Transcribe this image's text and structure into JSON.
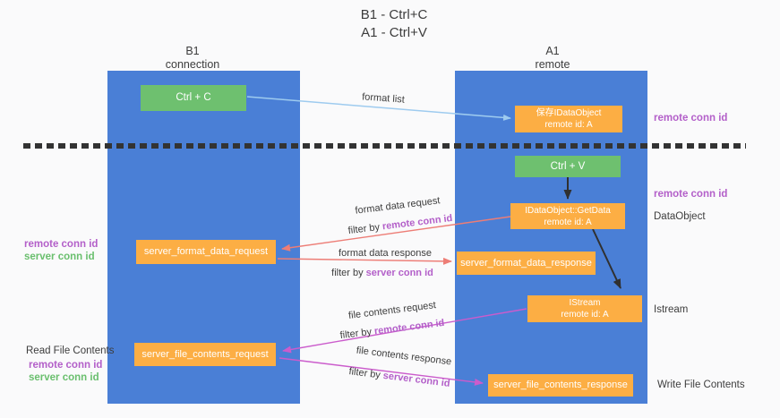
{
  "title": {
    "line1": "B1 - Ctrl+C",
    "line2": "A1 - Ctrl+V"
  },
  "columns": {
    "left": {
      "name": "B1",
      "subtitle": "connection"
    },
    "right": {
      "name": "A1",
      "subtitle": "remote"
    }
  },
  "boxes": {
    "ctrl_c": "Ctrl + C",
    "ctrl_v": "Ctrl + V",
    "save_idataobject": {
      "line1": "保存IDataObject",
      "line2": "remote id: A"
    },
    "getdata": {
      "line1": "IDataObject::GetData",
      "line2": "remote id: A"
    },
    "istream": {
      "line1": "IStream",
      "line2": "remote id: A"
    },
    "format_request": "server_format_data_request",
    "format_response": "server_format_data_response",
    "file_request": "server_file_contents_request",
    "file_response": "server_file_contents_response"
  },
  "left_labels": {
    "remote_conn_id": "remote conn id",
    "server_conn_id": "server conn id",
    "read_file_contents": "Read File Contents",
    "remote_conn_id_2": "remote conn id",
    "server_conn_id_2": "server conn id"
  },
  "right_labels": {
    "remote_conn_id_top": "remote conn id",
    "remote_conn_id_mid": "remote conn id",
    "dataobject": "DataObject",
    "istream": "Istream",
    "write_file_contents": "Write File Contents"
  },
  "arrow_labels": {
    "format_list": "format list",
    "format_data_request": "format data request",
    "format_data_response": "format data response",
    "file_contents_request": "file contents request",
    "file_contents_response": "file contents response",
    "filter_by": "filter by ",
    "remote_conn_id": "remote conn id",
    "server_conn_id": "server conn id"
  },
  "colors": {
    "column_blue": "#4a7fd6",
    "box_orange": "#fcae44",
    "box_green": "#6ec06f",
    "arrow_light_blue": "#9ecbef",
    "arrow_red": "#ed7d76",
    "arrow_magenta": "#cb5ccc",
    "arrow_black": "#303030",
    "text_purple": "#b35fc9",
    "text_green": "#6abf6e",
    "dashed_line": "#333333"
  }
}
